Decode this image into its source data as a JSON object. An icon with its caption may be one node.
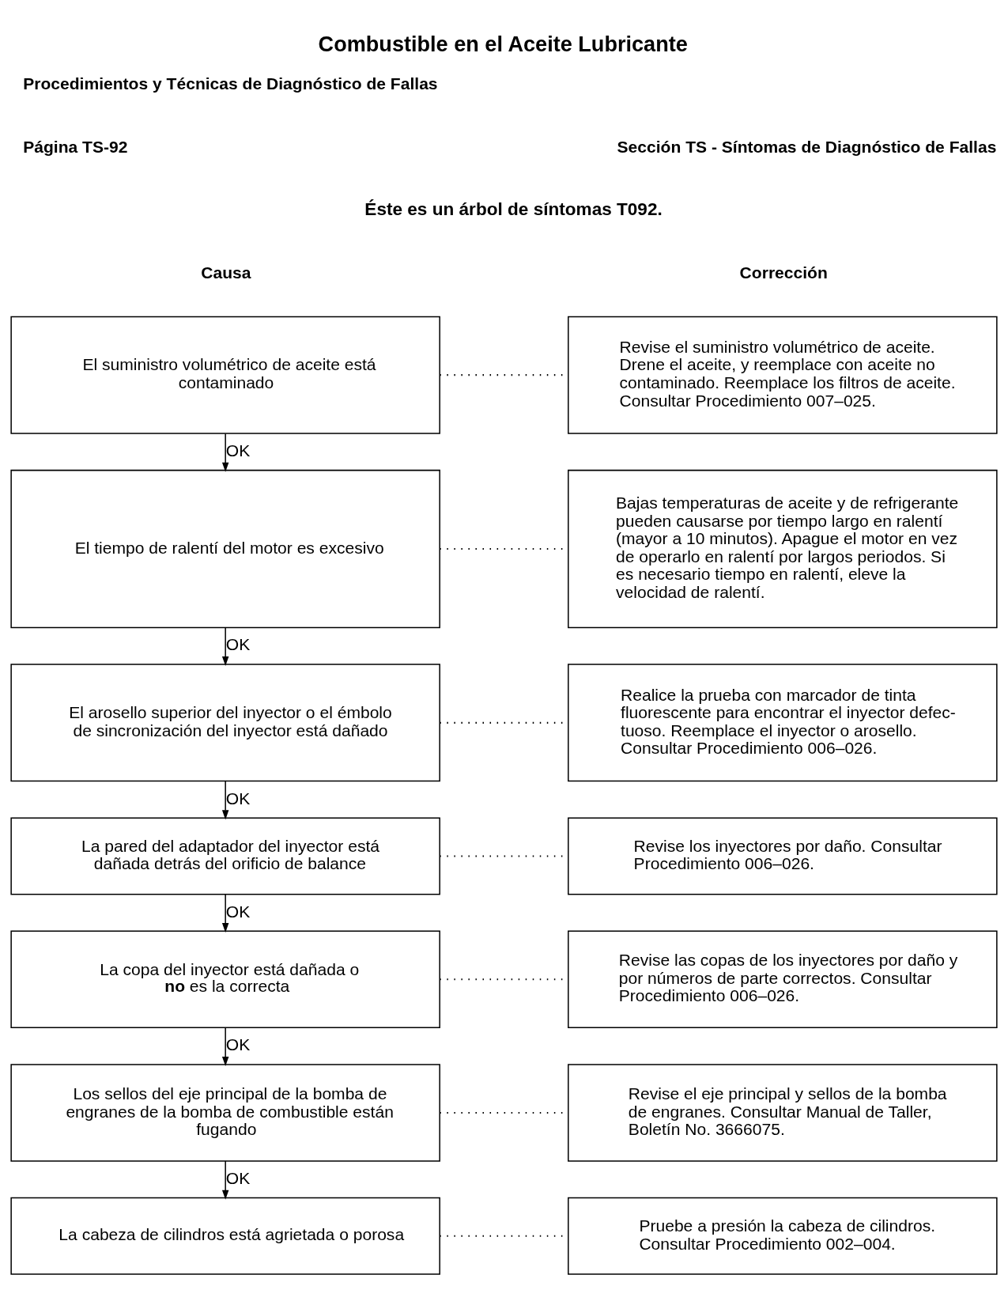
{
  "diagram": {
    "title": "Combustible en el Aceite Lubricante",
    "nodes": [
      {
        "text": [
          "El suministro volumétrico de aceite está contaminado"
        ]
      },
      {
        "text": [
          "Revise el suministro volumétrico de aceite. Drene el aceite, y reemplace con aceite no contaminado. Reemplace los filtros de aceite. Consultar Procedimiento 007–025."
        ]
      },
      {
        "text": [
          "El tiempo de ralentí del motor es excesivo"
        ]
      },
      {
        "text": [
          "Bajas temperaturas de aceite y de refrigerante pueden causarse por tiempo largo en ralentí (mayor a 10 minutos). Apague el motor en vez de operarlo en ralentí por largos periodos. Si es necesario tiempo en ralentí, eleve la velocidad de ralentí."
        ]
      },
      {
        "text": [
          "El arosello superior del inyector o el émbolo de sincronización del inyector está dañado"
        ]
      },
      {
        "text": [
          "Realice la prueba con marcador de tinta fluorescente para encontrar el inyector defec- tuoso. Reemplace el inyector o arosello. Consultar Procedimiento 006–026."
        ]
      },
      {
        "text": [
          "La pared del adaptador del inyector está dañada detrás del orificio de balance"
        ]
      },
      {
        "text": [
          "Revise los inyectores por daño. Consultar Procedimiento 006–026."
        ]
      },
      {
        "text": [
          "La copa del inyector está dañada o **no** es la correcta"
        ]
      },
      {
        "text": [
          "Revise las copas de los inyectores por daño y por números de parte correctos. Consultar Procedimiento 006–026."
        ]
      },
      {
        "text": [
          "Los sellos del eje principal de la bomba de engranes de la bomba de combustible están fugando"
        ]
      },
      {
        "text": [
          "Revise el eje principal y sellos de la bomba de engranes. Consultar Manual de Taller, Boletín No. 3666075."
        ]
      },
      {
        "text": [
          "La cabeza de cilindros está agrietada o porosa"
        ]
      },
      {
        "text": [
          "Pruebe a presión la cabeza de cilindros. Consultar Procedimiento 002–004."
        ]
      }
    ],
    "edges": [
      {
        "from": 0,
        "to": 1,
        "arrow": "none",
        "style": "dashed"
      },
      {
        "from": 0,
        "to": 2,
        "arrow": "to",
        "label": "OK"
      },
      {
        "from": 2,
        "to": 3,
        "arrow": "none",
        "style": "dashed"
      },
      {
        "from": 2,
        "to": 4,
        "arrow": "to",
        "label": "OK"
      },
      {
        "from": 4,
        "to": 5,
        "arrow": "none",
        "style": "dashed"
      },
      {
        "from": 4,
        "to": 6,
        "arrow": "to",
        "label": "OK"
      },
      {
        "from": 6,
        "to": 7,
        "arrow": "none",
        "style": "dashed"
      },
      {
        "from": 6,
        "to": 8,
        "arrow": "to",
        "label": "OK"
      },
      {
        "from": 8,
        "to": 9,
        "arrow": "none",
        "style": "dashed"
      },
      {
        "from": 8,
        "to": 10,
        "arrow": "to",
        "label": "OK"
      },
      {
        "from": 10,
        "to": 11,
        "arrow": "none",
        "style": "dashed"
      },
      {
        "from": 10,
        "to": 12,
        "arrow": "to",
        "label": "OK"
      },
      {
        "from": 12,
        "to": 13,
        "arrow": "none",
        "style": "dashed"
      }
    ],
    "labels": [
      "Procedimientos y Técnicas de Diagnóstico de Fallas",
      "Página TS-92",
      "Sección TS - Síntomas de Diagnóstico de Fallas",
      "Éste es un árbol de síntomas T092.",
      "Causa",
      "Corrección"
    ]
  }
}
